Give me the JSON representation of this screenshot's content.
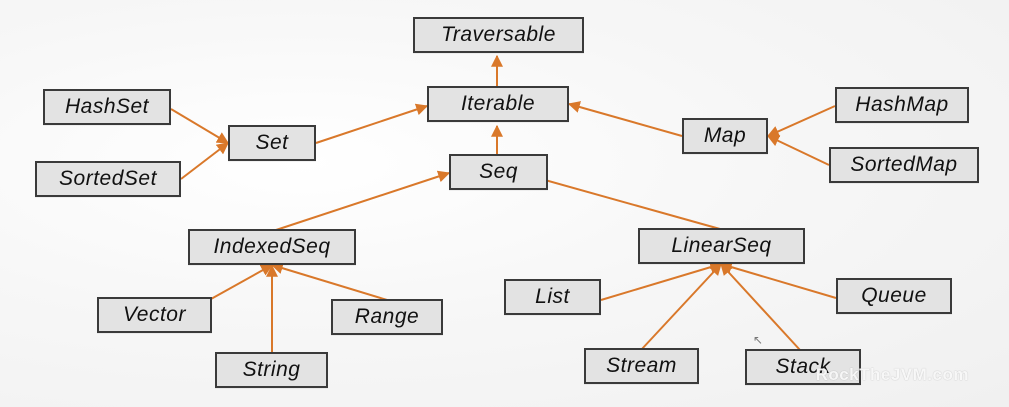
{
  "diagram": {
    "nodes": {
      "traversable": "Traversable",
      "iterable": "Iterable",
      "set": "Set",
      "hashset": "HashSet",
      "sortedset": "SortedSet",
      "map": "Map",
      "hashmap": "HashMap",
      "sortedmap": "SortedMap",
      "seq": "Seq",
      "indexedseq": "IndexedSeq",
      "vector": "Vector",
      "range": "Range",
      "string": "String",
      "linearseq": "LinearSeq",
      "list": "List",
      "queue": "Queue",
      "stream": "Stream",
      "stack": "Stack"
    },
    "edge_color": "#d9782a"
  },
  "watermark": "RockTheJVM.com"
}
